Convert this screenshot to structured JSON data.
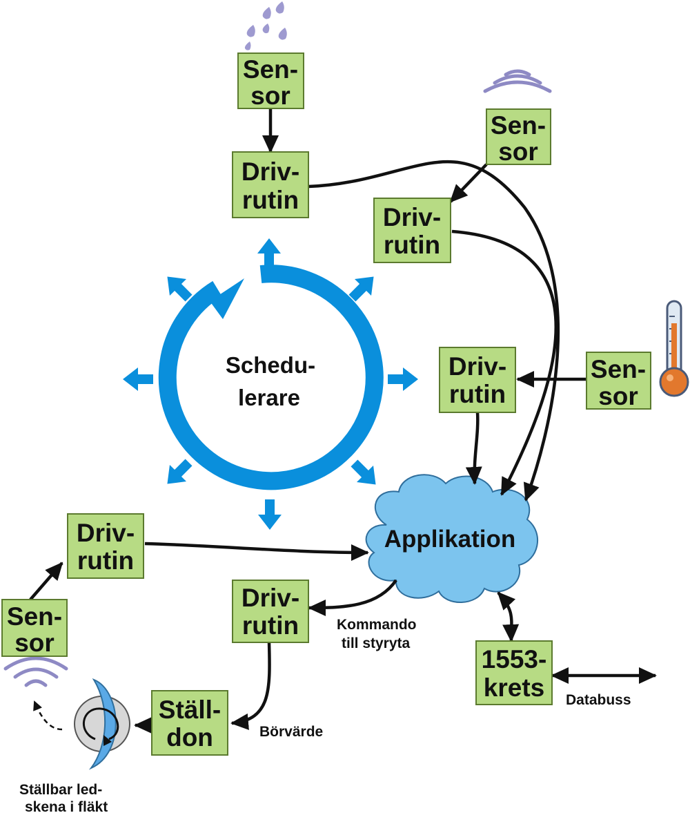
{
  "scheduler": {
    "line1": "Schedu-",
    "line2": "lerare"
  },
  "application": {
    "label": "Applikation"
  },
  "sensor": {
    "line1": "Sen-",
    "line2": "sor"
  },
  "driver": {
    "line1": "Driv-",
    "line2": "rutin"
  },
  "actuator": {
    "line1": "Ställ-",
    "line2": "don"
  },
  "chip": {
    "line1": "1553-",
    "line2": "krets"
  },
  "labels": {
    "command_line1": "Kommando",
    "command_line2": "till styryta",
    "setpoint": "Börvärde",
    "databus": "Databuss",
    "vane_line1": "Ställbar led-",
    "vane_line2": "skena i fläkt"
  },
  "icons": [
    "rain-icon",
    "wireless-signal-icon",
    "thermometer-icon",
    "fan-vane-icon"
  ],
  "colors": {
    "box_fill": "#b7db84",
    "scheduler_blue": "#0a8fdc",
    "cloud_fill": "#7cc4ee",
    "signal_purple": "#8e8ac4",
    "thermo_orange": "#e2782d"
  }
}
